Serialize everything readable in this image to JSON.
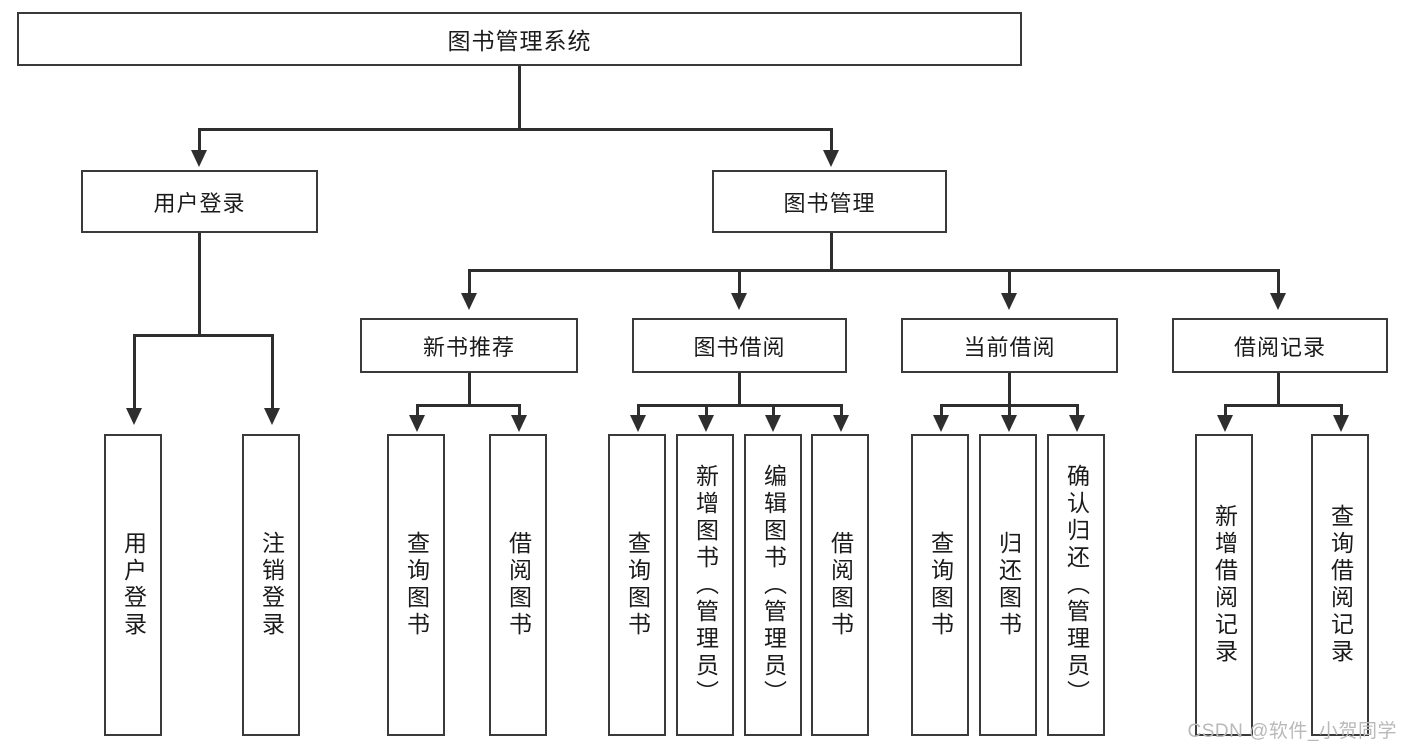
{
  "diagram": {
    "title": "图书管理系统",
    "type": "tree-hierarchy-functional-structure",
    "watermark": "CSDN @软件_小贺同学",
    "colors": {
      "box_border": "#3a3a3a",
      "box_fill": "#ffffff",
      "connector": "#2e2e2e",
      "text": "#1b1b1b",
      "watermark": "#b9b9b9",
      "background": "#ffffff"
    },
    "levels": {
      "root": "图书管理系统",
      "level2": [
        "用户登录",
        "图书管理"
      ],
      "level3": [
        "新书推荐",
        "图书借阅",
        "当前借阅",
        "借阅记录"
      ]
    },
    "nodes": {
      "root": {
        "label": "图书管理系统"
      },
      "user_login": {
        "label": "用户登录"
      },
      "book_manage": {
        "label": "图书管理"
      },
      "new_book_rec": {
        "label": "新书推荐"
      },
      "book_borrow": {
        "label": "图书借阅"
      },
      "current_borrow": {
        "label": "当前借阅"
      },
      "borrow_record": {
        "label": "借阅记录"
      }
    },
    "leaves": {
      "user_login": [
        {
          "label": "用户登录"
        },
        {
          "label": "注销登录"
        }
      ],
      "new_book_rec": [
        {
          "label": "查询图书"
        },
        {
          "label": "借阅图书"
        }
      ],
      "book_borrow": [
        {
          "label": "查询图书"
        },
        {
          "label": "新增图书（管理员）"
        },
        {
          "label": "编辑图书（管理员）"
        },
        {
          "label": "借阅图书"
        }
      ],
      "current_borrow": [
        {
          "label": "查询图书"
        },
        {
          "label": "归还图书"
        },
        {
          "label": "确认归还（管理员）"
        }
      ],
      "borrow_record": [
        {
          "label": "新增借阅记录"
        },
        {
          "label": "查询借阅记录"
        }
      ]
    }
  }
}
